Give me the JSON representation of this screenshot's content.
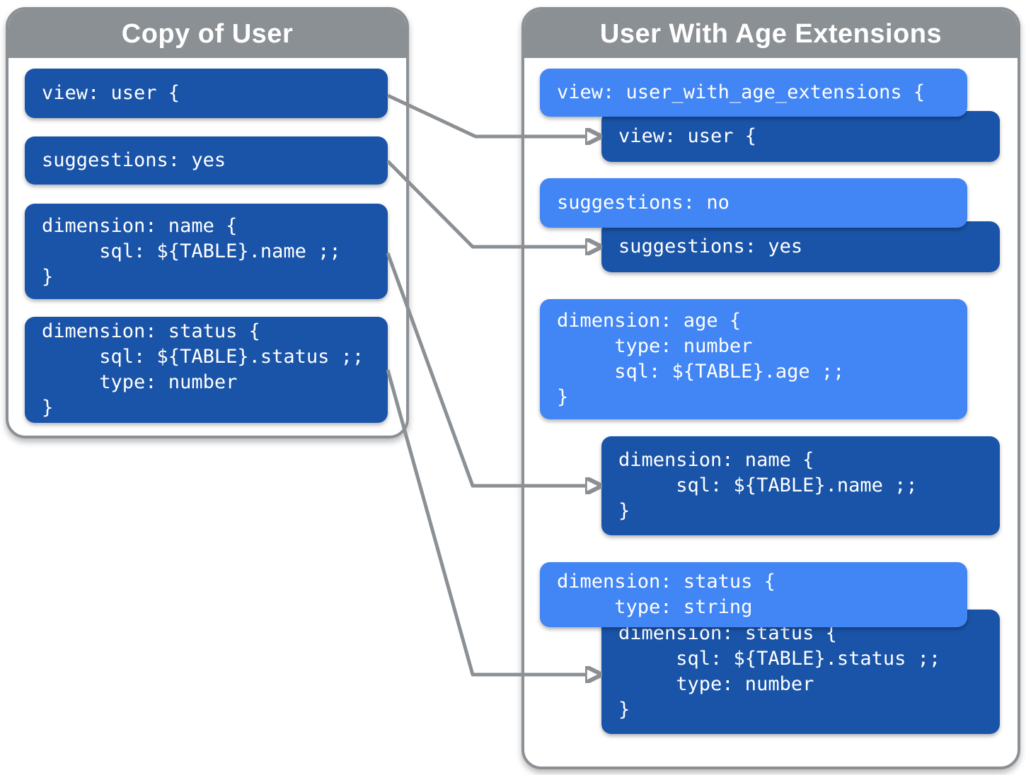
{
  "colors": {
    "dark_blue": "#1A54A8",
    "light_blue": "#4285F4",
    "gray": "#8B9095",
    "text": "#FFFFFF"
  },
  "left_panel": {
    "title": "Copy of User",
    "blocks": [
      {
        "id": "view-user",
        "style": "dark",
        "code": "view: user {"
      },
      {
        "id": "suggestions-yes",
        "style": "dark",
        "code": "suggestions: yes"
      },
      {
        "id": "dimension-name",
        "style": "dark",
        "code": "dimension: name {\n     sql: ${TABLE}.name ;;\n}"
      },
      {
        "id": "dimension-status",
        "style": "dark",
        "code": "dimension: status {\n     sql: ${TABLE}.status ;;\n     type: number\n}"
      }
    ]
  },
  "right_panel": {
    "title": "User With Age Extensions",
    "blocks": [
      {
        "id": "view-user-with-age-extensions",
        "style": "light",
        "code": "view: user_with_age_extensions {"
      },
      {
        "id": "view-user-inherited",
        "style": "dark",
        "code": "view: user {"
      },
      {
        "id": "suggestions-no",
        "style": "light",
        "code": "suggestions: no"
      },
      {
        "id": "suggestions-yes-inherited",
        "style": "dark",
        "code": "suggestions: yes"
      },
      {
        "id": "dimension-age",
        "style": "light",
        "code": "dimension: age {\n     type: number\n     sql: ${TABLE}.age ;;\n}"
      },
      {
        "id": "dimension-name-inherited",
        "style": "dark",
        "code": "dimension: name {\n     sql: ${TABLE}.name ;;\n}"
      },
      {
        "id": "dimension-status-override",
        "style": "light",
        "code": "dimension: status {\n     type: string"
      },
      {
        "id": "dimension-status-inherited",
        "style": "dark",
        "code": "dimension: status {\n     sql: ${TABLE}.status ;;\n     type: number\n}"
      }
    ]
  },
  "connections": [
    {
      "from": "view-user",
      "to": "view-user-inherited"
    },
    {
      "from": "suggestions-yes",
      "to": "suggestions-yes-inherited"
    },
    {
      "from": "dimension-name",
      "to": "dimension-name-inherited"
    },
    {
      "from": "dimension-status",
      "to": "dimension-status-inherited"
    }
  ]
}
